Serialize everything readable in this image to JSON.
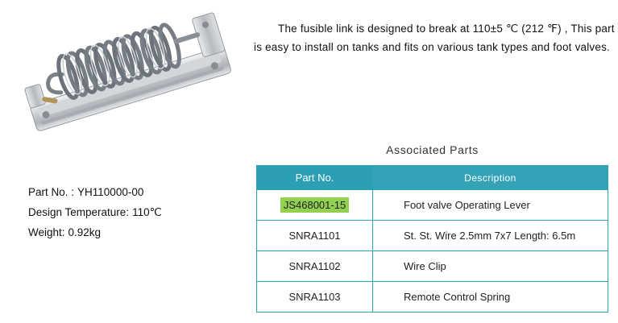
{
  "colors": {
    "table_accent": "#2b9fb4",
    "highlight_green": "#92d050",
    "text": "#111111"
  },
  "intro": {
    "text": "The fusible link is designed to break at 110±5 ℃ (212 ℉) , This part is easy to install on tanks and fits on various tank types and foot valves."
  },
  "specs": {
    "part_no": {
      "label": "Part No. :",
      "value": "YH110000-00"
    },
    "design_temp": {
      "label": "Design Temperature:",
      "value": "110℃"
    },
    "weight": {
      "label": "Weight:",
      "value": "0.92kg"
    }
  },
  "associated": {
    "title": "Associated Parts"
  },
  "table": {
    "columns": [
      "Part No.",
      "Description"
    ],
    "rows": [
      {
        "part": "JS468001-15",
        "desc": "Foot valve Operating Lever",
        "highlight": true
      },
      {
        "part": "SNRA1101",
        "desc": "St. St. Wire 2.5mm 7x7 Length: 6.5m",
        "highlight": false
      },
      {
        "part": "SNRA1102",
        "desc": "Wire Clip",
        "highlight": false
      },
      {
        "part": "SNRA1103",
        "desc": "Remote Control Spring",
        "highlight": false
      }
    ]
  }
}
